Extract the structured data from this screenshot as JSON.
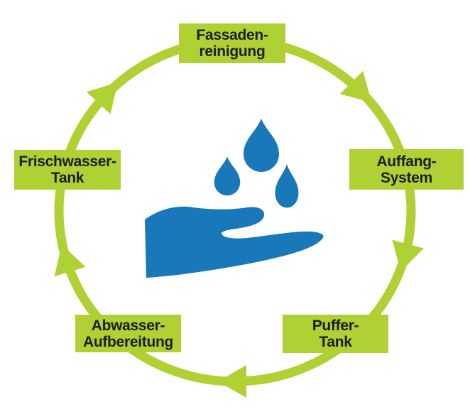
{
  "diagram": {
    "type": "cycle",
    "direction": "clockwise",
    "colors": {
      "green": "#AFD134",
      "blue": "#1878BA",
      "label_text": "#1D1D1B",
      "background": "#FFFFFF"
    },
    "nodes": [
      {
        "position": "top",
        "line1": "Fassaden-",
        "line2": "reinigung"
      },
      {
        "position": "right",
        "line1": "Auffang-",
        "line2": "System"
      },
      {
        "position": "bottom-right",
        "line1": "Puffer-",
        "line2": "Tank"
      },
      {
        "position": "bottom-left",
        "line1": "Abwasser-",
        "line2": "Aufbereitung"
      },
      {
        "position": "left",
        "line1": "Frischwasser-",
        "line2": "Tank"
      }
    ],
    "cycle_sequence": [
      "Fassadenreinigung",
      "Auffang-System",
      "Puffer-Tank",
      "Abwasser-Aufbereitung",
      "Frischwasser-Tank"
    ],
    "arrow_count": 5,
    "center_icon": "hand-catching-water-drops"
  }
}
